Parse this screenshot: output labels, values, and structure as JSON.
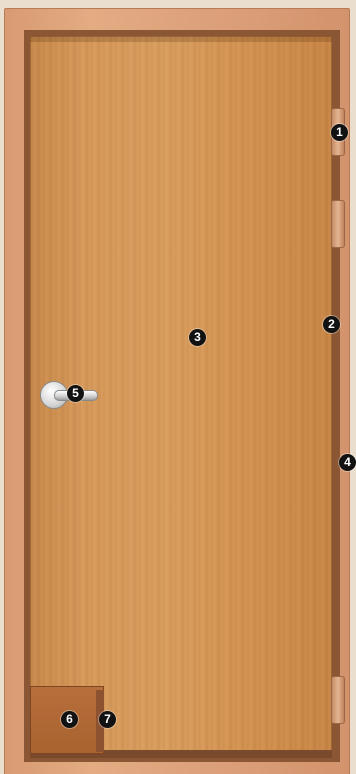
{
  "colors": {
    "frame": "#dca07a",
    "door_leaf": "#d79a5b",
    "marker_background": "#121212",
    "marker_text": "#ffffff"
  },
  "markers": {
    "m1": "1",
    "m2": "2",
    "m3": "3",
    "m4": "4",
    "m5": "5",
    "m6": "6",
    "m7": "7"
  }
}
